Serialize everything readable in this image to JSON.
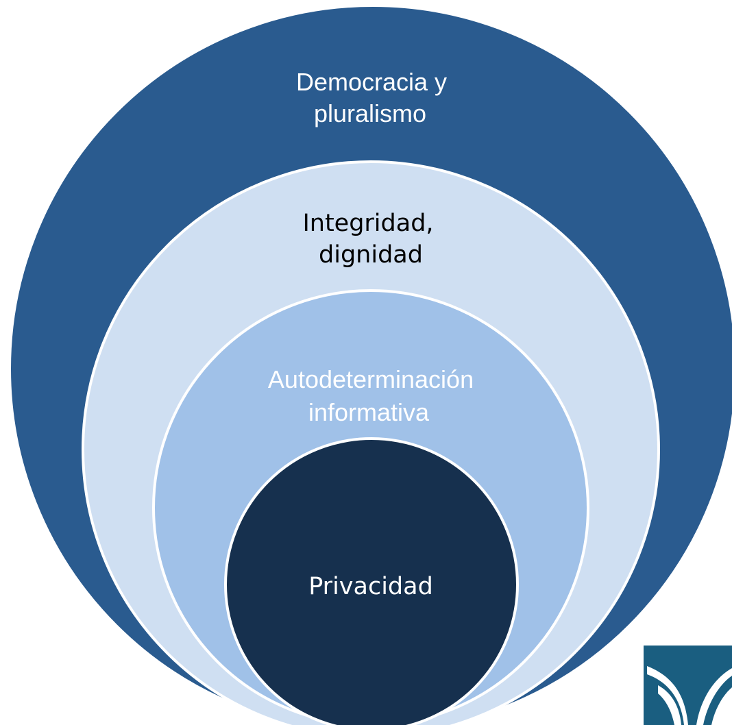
{
  "diagram": {
    "rings": [
      {
        "id": "outer",
        "line1": "Democracia y",
        "line2": "pluralismo",
        "fill": "#2a5b8f",
        "text_color": "#ffffff"
      },
      {
        "id": "second",
        "line1": "Integridad,",
        "line2": "dignidad",
        "fill": "#cfdff2",
        "text_color": "#000000"
      },
      {
        "id": "third",
        "line1": "Autodeterminación",
        "line2": "informativa",
        "fill": "#a0c1e8",
        "text_color": "#ffffff"
      },
      {
        "id": "core",
        "line1": "Privacidad",
        "fill": "#16304e",
        "text_color": "#ffffff"
      }
    ],
    "stroke_color": "#ffffff"
  },
  "logo": {
    "icon": "w-logo-icon",
    "background": "#1a5e80",
    "mark_color": "#ffffff"
  }
}
